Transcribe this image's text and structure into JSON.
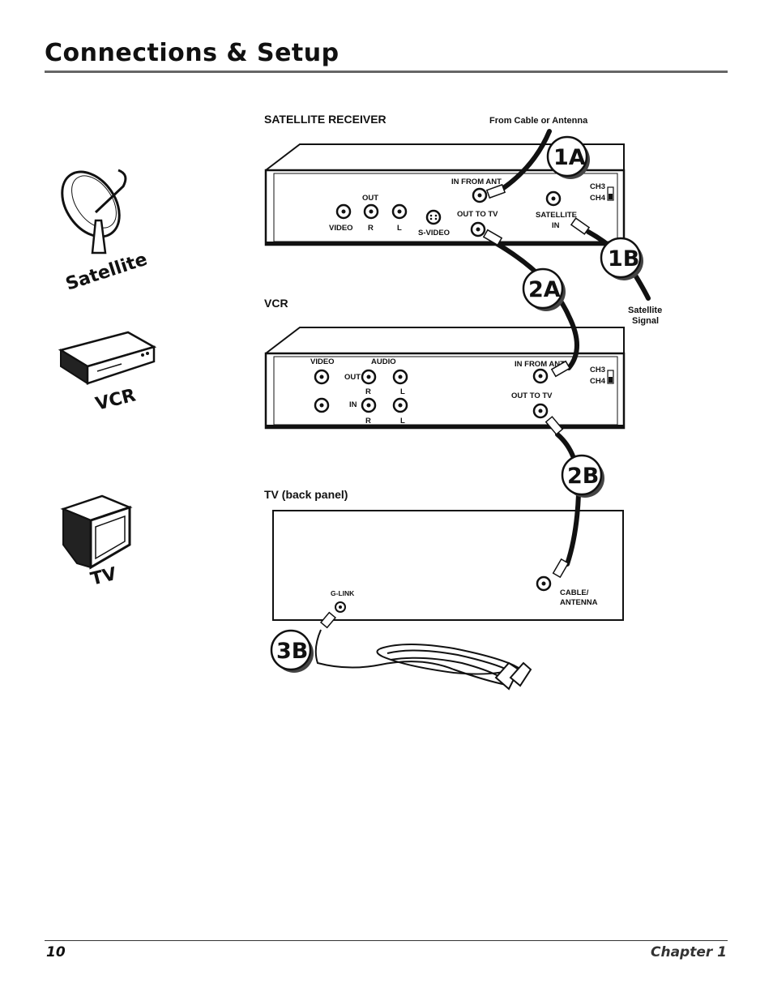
{
  "header": {
    "title": "Connections & Setup"
  },
  "footer": {
    "page_number": "10",
    "chapter": "Chapter 1"
  },
  "icons": {
    "satellite_label": "Satellite",
    "vcr_label": "VCR",
    "tv_label": "TV"
  },
  "satellite_receiver": {
    "heading": "SATELLITE RECEIVER",
    "from_cable": "From Cable or Antenna",
    "in_from_ant": "IN FROM ANT",
    "ch3": "CH3",
    "ch4": "CH4",
    "out": "OUT",
    "video": "VIDEO",
    "r": "R",
    "l": "L",
    "s_video": "S-VIDEO",
    "out_to_tv": "OUT TO TV",
    "satellite": "SATELLITE",
    "in": "IN",
    "satellite_signal_1": "Satellite",
    "satellite_signal_2": "Signal"
  },
  "vcr": {
    "heading": "VCR",
    "video": "VIDEO",
    "audio": "AUDIO",
    "out": "OUT",
    "in": "IN",
    "r": "R",
    "l": "L",
    "in_from_ant": "IN FROM ANT",
    "out_to_tv": "OUT TO TV",
    "ch3": "CH3",
    "ch4": "CH4"
  },
  "tv": {
    "heading": "TV (back panel)",
    "g_link": "G-LINK",
    "cable_1": "CABLE/",
    "cable_2": "ANTENNA"
  },
  "badges": {
    "b1a": "1A",
    "b1b": "1B",
    "b2a": "2A",
    "b2b": "2B",
    "b3b": "3B"
  }
}
